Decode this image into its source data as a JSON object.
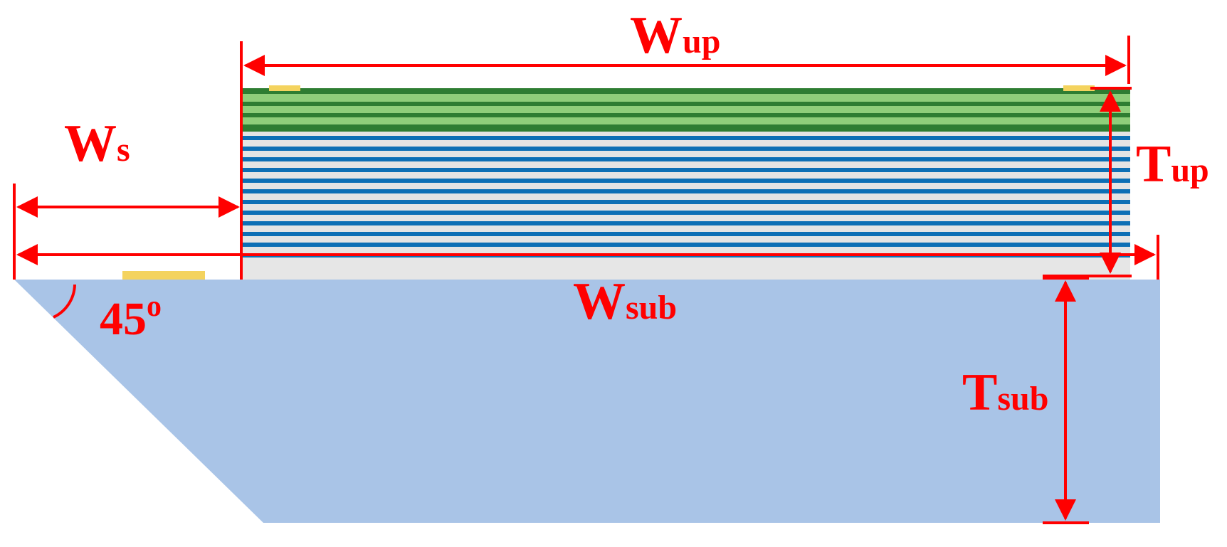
{
  "labels": {
    "w_up": {
      "main": "W",
      "sub": "up"
    },
    "w_s": {
      "main": "W",
      "sub": "s"
    },
    "t_up": {
      "main": "T",
      "sub": "up"
    },
    "w_sub": {
      "main": "W",
      "sub": "sub"
    },
    "t_sub": {
      "main": "T",
      "sub": "sub"
    },
    "angle": {
      "main": "45",
      "sup": "o"
    }
  },
  "colors": {
    "dimension": "#ff0000",
    "substrate": "#a9c4e7",
    "gap_layer": "#e6e6e6",
    "dark_green": "#2e7d32",
    "light_green": "#8fce7a",
    "blue": "#0d6fb5",
    "light_gray": "#e4e4e4",
    "contact": "#f4d35e"
  }
}
